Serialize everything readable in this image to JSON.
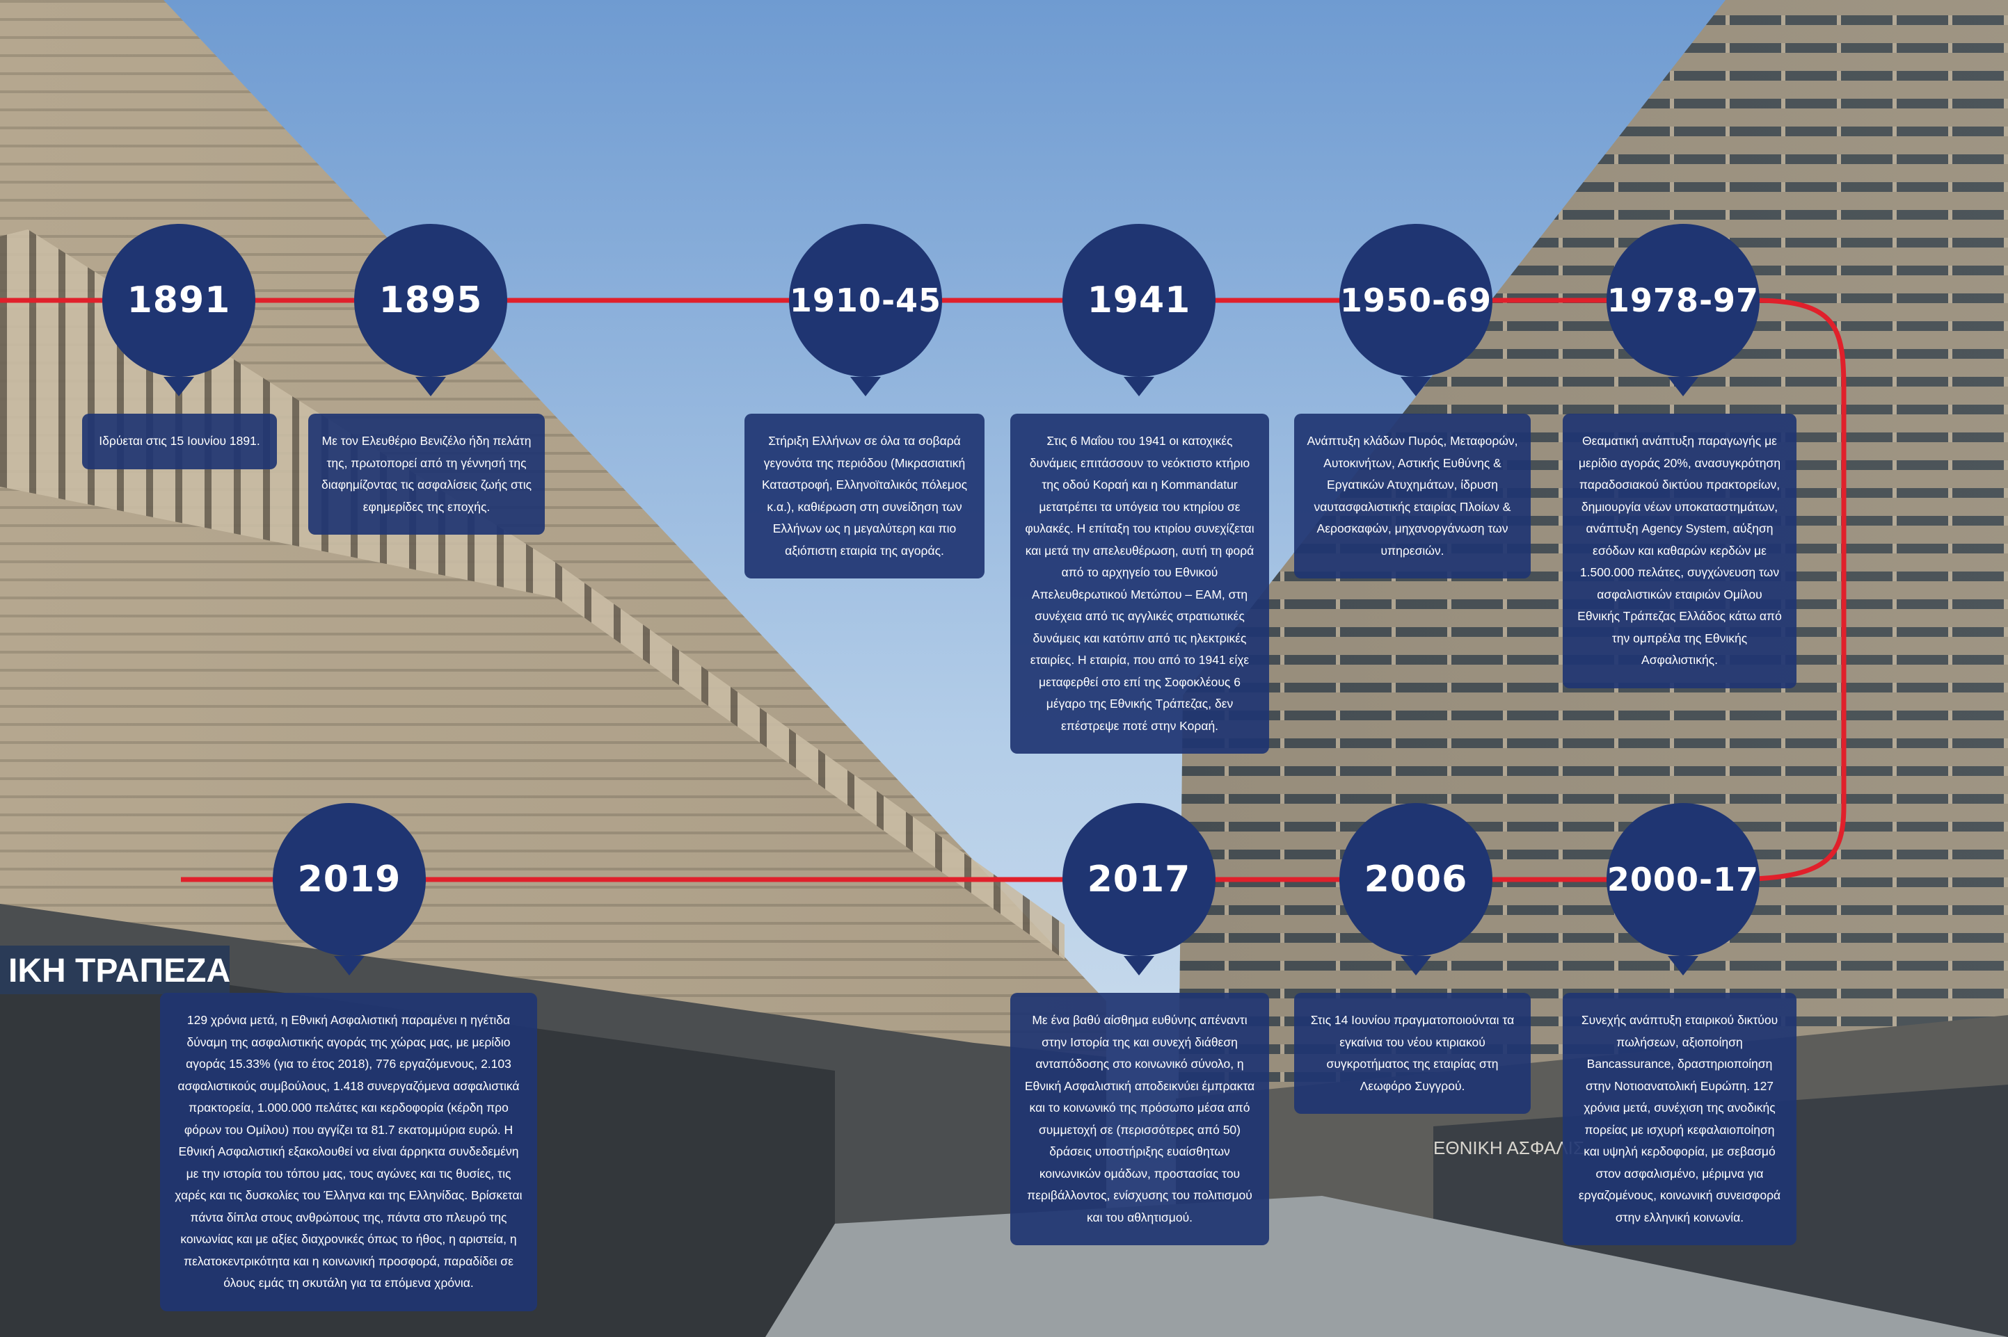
{
  "colors": {
    "circle": "#1f3572",
    "card": "#1f3572",
    "timeline": "#e0202b",
    "text": "#ffffff"
  },
  "timeline": [
    {
      "year": "1891",
      "text": "Ιδρύεται στις 15 Ιουνίου 1891."
    },
    {
      "year": "1895",
      "text": "Με τον Ελευθέριο Βενιζέλο ήδη πελάτη της, πρωτοπορεί από τη γέννησή της διαφημίζοντας τις ασφαλίσεις ζωής στις εφημερίδες της  εποχής."
    },
    {
      "year": "1910-45",
      "text": "Στήριξη Ελλήνων σε όλα τα σοβαρά γεγονότα της περιόδου (Μικρασιατική Καταστροφή, Ελληνοϊταλικός πόλεμος κ.α.), καθιέρωση στη συνείδηση των Ελλήνων ως η μεγαλύτερη και πιο αξιόπιστη εταιρία της αγοράς."
    },
    {
      "year": "1941",
      "text": "Στις 6 Μαΐου του 1941 οι κατοχικές δυνάμεις επιτάσσουν το νεόκτιστο κτήριο της οδού Κοραή και η Kommandatur μετατρέπει τα υπόγεια του κτηρίου σε φυλακές. Η επίταξη του κτιρίου συνεχίζεται και μετά την απελευθέρωση, αυτή τη φορά από το αρχηγείο του Εθνικού Απελευθερωτικού Μετώπου – ΕΑΜ, στη συνέχεια από τις αγγλικές στρατιωτικές δυνάμεις και κατόπιν από τις ηλεκτρικές εταιρίες. Η εταιρία, που από το 1941 είχε μεταφερθεί στο επί της Σοφοκλέους 6 μέγαρο της Εθνικής Τράπεζας, δεν επέστρεψε ποτέ στην Κοραή."
    },
    {
      "year": "1950-69",
      "text": "Ανάπτυξη κλάδων Πυρός, Μεταφορών, Αυτοκινήτων, Αστικής Ευθύνης & Εργατικών Ατυχημάτων, ίδρυση ναυτασφαλιστικής εταιρίας Πλοίων & Αεροσκαφών, μηχανοργάνωση των υπηρεσιών."
    },
    {
      "year": "1978-97",
      "text": "Θεαματική ανάπτυξη παραγωγής με μερίδιο αγοράς 20%, ανασυγκρότηση παραδοσιακού δικτύου πρακτορείων, δημιουργία νέων υποκαταστημάτων, ανάπτυξη Agency System, αύξηση εσόδων και καθαρών κερδών με 1.500.000 πελάτες, συγχώνευση των ασφαλιστικών εταιριών Ομίλου Εθνικής Τράπεζας Ελλάδος κάτω από την ομπρέλα της Εθνικής Ασφαλιστικής."
    },
    {
      "year": "2000-17",
      "text": "Συνεχής ανάπτυξη εταιρικού δικτύου πωλήσεων, αξιοποίηση Bancassurance, δραστηριοποίηση στην Νοτιοανατολική Ευρώπη. 127 χρόνια μετά, συνέχιση της ανοδικής πορείας με ισχυρή κεφαλαιοποίηση και υψηλή κερδοφορία, με σεβασμό στον ασφαλισμένο, μέριμνα για εργαζομένους, κοινωνική συνεισφορά στην ελληνική κοινωνία."
    },
    {
      "year": "2006",
      "text": "Στις 14 Ιουνίου πραγματοποιούνται τα εγκαίνια του νέου κτιριακού συγκροτήματος της εταιρίας στη Λεωφόρο Συγγρού."
    },
    {
      "year": "2017",
      "text": "Με ένα βαθύ αίσθημα ευθύνης απέναντι στην Ιστορία της και συνεχή διάθεση ανταπόδοσης στο κοινωνικό σύνολο, η Εθνική Ασφαλιστική αποδεικνύει έμπρακτα και το κοινωνικό της πρόσωπο μέσα από συμμετοχή σε (περισσότερες από 50) δράσεις υποστήριξης ευαίσθητων κοινωνικών ομάδων, προστασίας του περιβάλλοντος, ενίσχυσης του πολιτισμού και του αθλητισμού."
    },
    {
      "year": "2019",
      "text": "129 χρόνια μετά, η Εθνική Ασφαλιστική παραμένει η ηγέτιδα δύναμη της ασφαλιστικής αγοράς της χώρας μας, με μερίδιο αγοράς 15.33% (για το έτος 2018), 776 εργαζόμενους, 2.103 ασφαλιστικούς συμβούλους, 1.418 συνεργαζόμενα ασφαλιστικά πρακτορεία, 1.000.000 πελάτες και κερδοφορία (κέρδη προ φόρων του Ομίλου) που αγγίζει τα 81.7 εκατομμύρια ευρώ. Η Εθνική Ασφαλιστική εξακολουθεί να είναι άρρηκτα συνδεδεμένη με την ιστορία του τόπου μας, τους αγώνες και τις θυσίες, τις χαρές και τις δυσκολίες του Έλληνα και της Ελληνίδας. Βρίσκεται πάντα δίπλα στους ανθρώπους της, πάντα στο πλευρό της κοινωνίας και με αξίες διαχρονικές όπως το ήθος, η αριστεία, η πελατοκεντρικότητα και η κοινωνική προσφορά, παραδίδει σε όλους εμάς τη σκυτάλη για τα επόμενα χρόνια."
    }
  ],
  "photo": {
    "sign_left": "ΙΚΗ ΤΡΑΠΕΖΑ",
    "sign_right": "ΕΘΝΙΚΗ ΑΣΦΑΛΙΣ"
  }
}
